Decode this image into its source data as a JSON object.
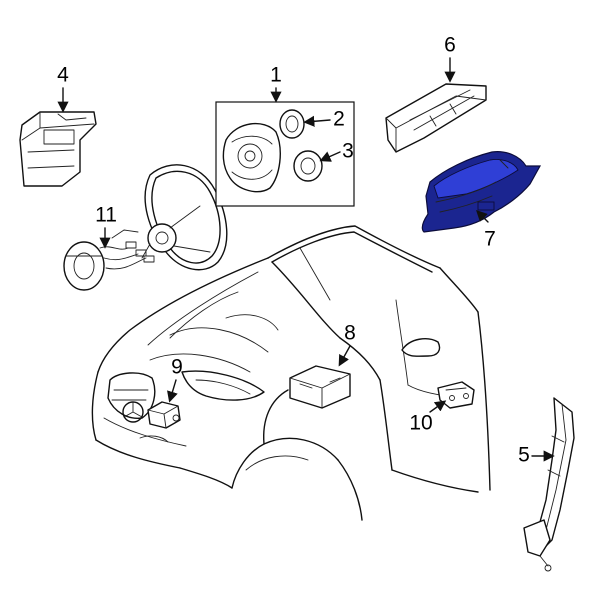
{
  "diagram": {
    "callouts": [
      {
        "id": "1",
        "label": "1"
      },
      {
        "id": "2",
        "label": "2"
      },
      {
        "id": "3",
        "label": "3"
      },
      {
        "id": "4",
        "label": "4"
      },
      {
        "id": "5",
        "label": "5"
      },
      {
        "id": "6",
        "label": "6"
      },
      {
        "id": "7",
        "label": "7"
      },
      {
        "id": "8",
        "label": "8"
      },
      {
        "id": "9",
        "label": "9"
      },
      {
        "id": "10",
        "label": "10"
      },
      {
        "id": "11",
        "label": "11"
      }
    ],
    "colors": {
      "highlight": "#2f3fd6",
      "highlight_dark": "#1b2590",
      "line": "#111111",
      "background": "#ffffff"
    }
  }
}
